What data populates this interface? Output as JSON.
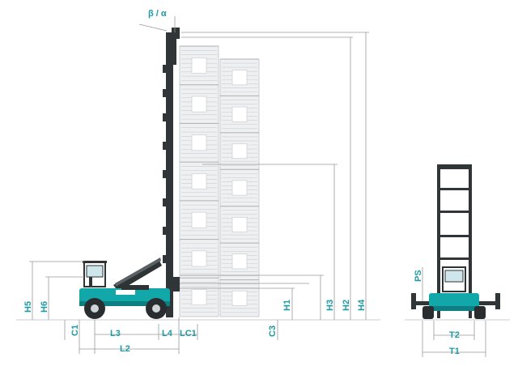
{
  "labels": {
    "beta_alpha": "β / α",
    "H1": "H1",
    "H2": "H2",
    "H3": "H3",
    "H4": "H4",
    "H5": "H5",
    "H6": "H6",
    "C1": "C1",
    "C3": "C3",
    "L2": "L2",
    "L3": "L3",
    "L4": "L4",
    "LC1": "LC1",
    "PS": "PS",
    "T1": "T1",
    "T2": "T2"
  },
  "colors": {
    "accent": "#1e9aa3",
    "machine": "#12a7a8",
    "dimension_lines": "#9a9a9a",
    "container": "#eef0f1"
  }
}
